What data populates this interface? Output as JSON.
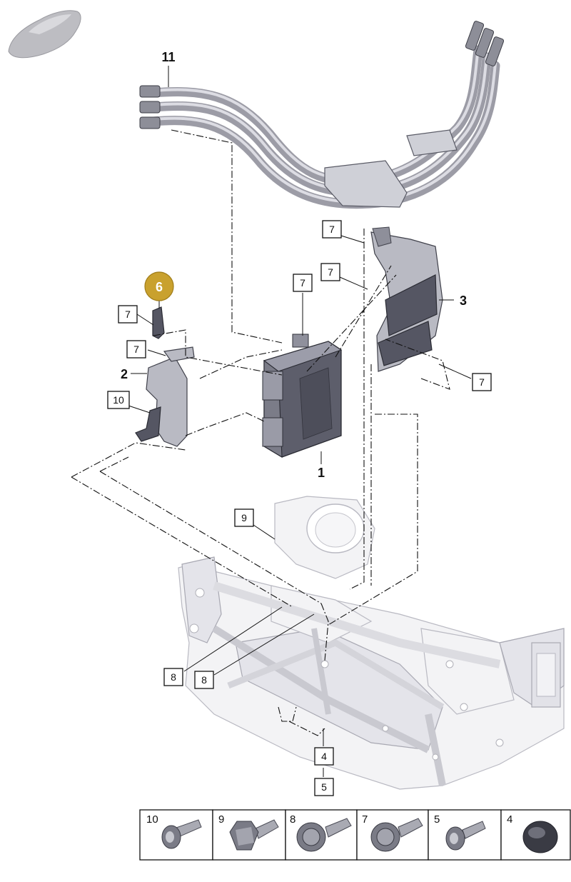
{
  "diagram": {
    "highlight_callout": {
      "label": "6",
      "color": "#c9a12e"
    },
    "part_labels": [
      {
        "id": "label-11",
        "text": "11"
      },
      {
        "id": "label-3",
        "text": "3"
      },
      {
        "id": "label-2",
        "text": "2"
      },
      {
        "id": "label-1",
        "text": "1"
      }
    ],
    "callouts": [
      {
        "id": "c7a",
        "text": "7"
      },
      {
        "id": "c7b",
        "text": "7"
      },
      {
        "id": "c7c",
        "text": "7"
      },
      {
        "id": "c7d",
        "text": "7"
      },
      {
        "id": "c7e",
        "text": "7"
      },
      {
        "id": "c7f",
        "text": "7"
      },
      {
        "id": "c10",
        "text": "10"
      },
      {
        "id": "c9",
        "text": "9"
      },
      {
        "id": "c8a",
        "text": "8"
      },
      {
        "id": "c8b",
        "text": "8"
      },
      {
        "id": "c4",
        "text": "4"
      },
      {
        "id": "c5",
        "text": "5"
      }
    ],
    "legend": [
      "10",
      "9",
      "8",
      "7",
      "5",
      "4"
    ],
    "icons": {
      "car_thumbnail": "car-silhouette-icon"
    }
  }
}
